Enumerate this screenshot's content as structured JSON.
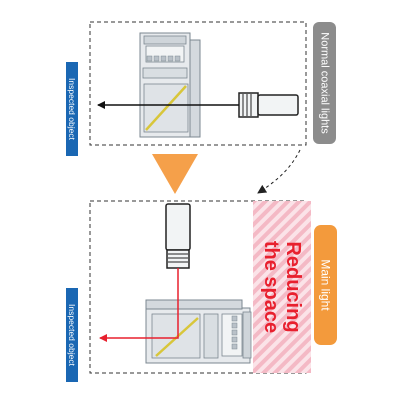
{
  "labels": {
    "inspected_object_top": "Inspected object",
    "inspected_object_bottom": "Inspected object",
    "normal_coaxial_lights": "Normal coaxial lights",
    "main_light": "Main light",
    "reducing_line1": "Reducing",
    "reducing_line2": "the space"
  },
  "colors": {
    "label_blue": "#1a67b3",
    "label_gray": "#8c8c8c",
    "label_orange": "#f39a3c",
    "arrow_orange": "#f5a04a",
    "beam_red": "#e8202e",
    "hatch_pink": "#f7c6cf",
    "mirror_yellow": "#d8c63a"
  }
}
